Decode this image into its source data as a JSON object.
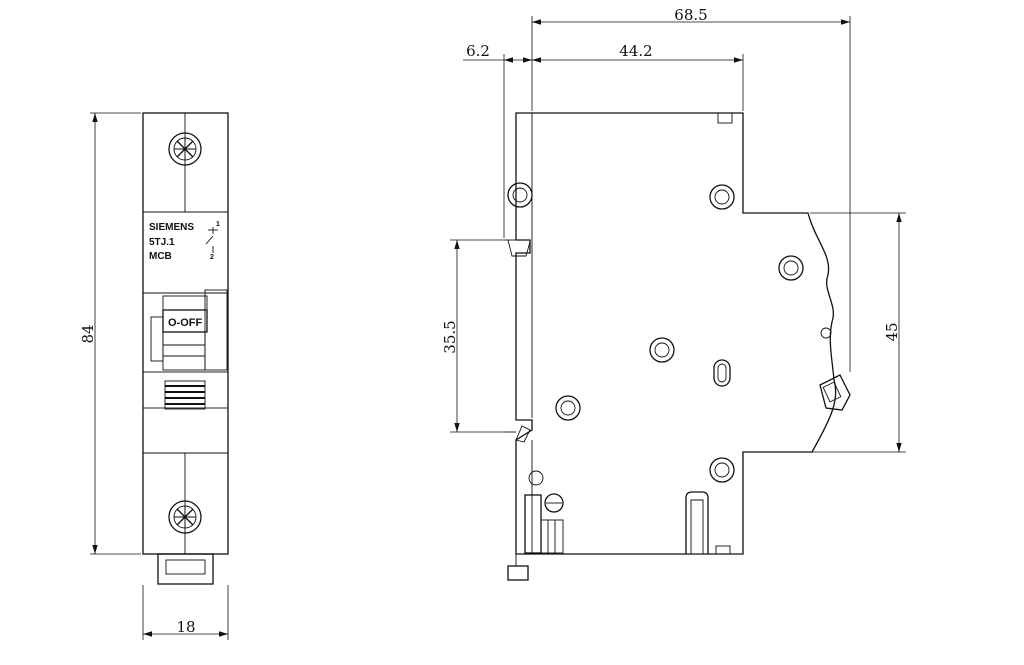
{
  "front_view": {
    "brand_label": "SIEMENS",
    "model_label": "5TJ.1",
    "type_label": "MCB",
    "terminal_top_label": "1",
    "terminal_bottom_label": "2",
    "toggle_label": "O-OFF",
    "dim_height": "84",
    "dim_width": "18"
  },
  "side_view": {
    "dim_total_depth": "68.5",
    "dim_front_offset": "6.2",
    "dim_top_depth": "44.2",
    "dim_rail_height": "35.5",
    "dim_front_height": "45"
  }
}
